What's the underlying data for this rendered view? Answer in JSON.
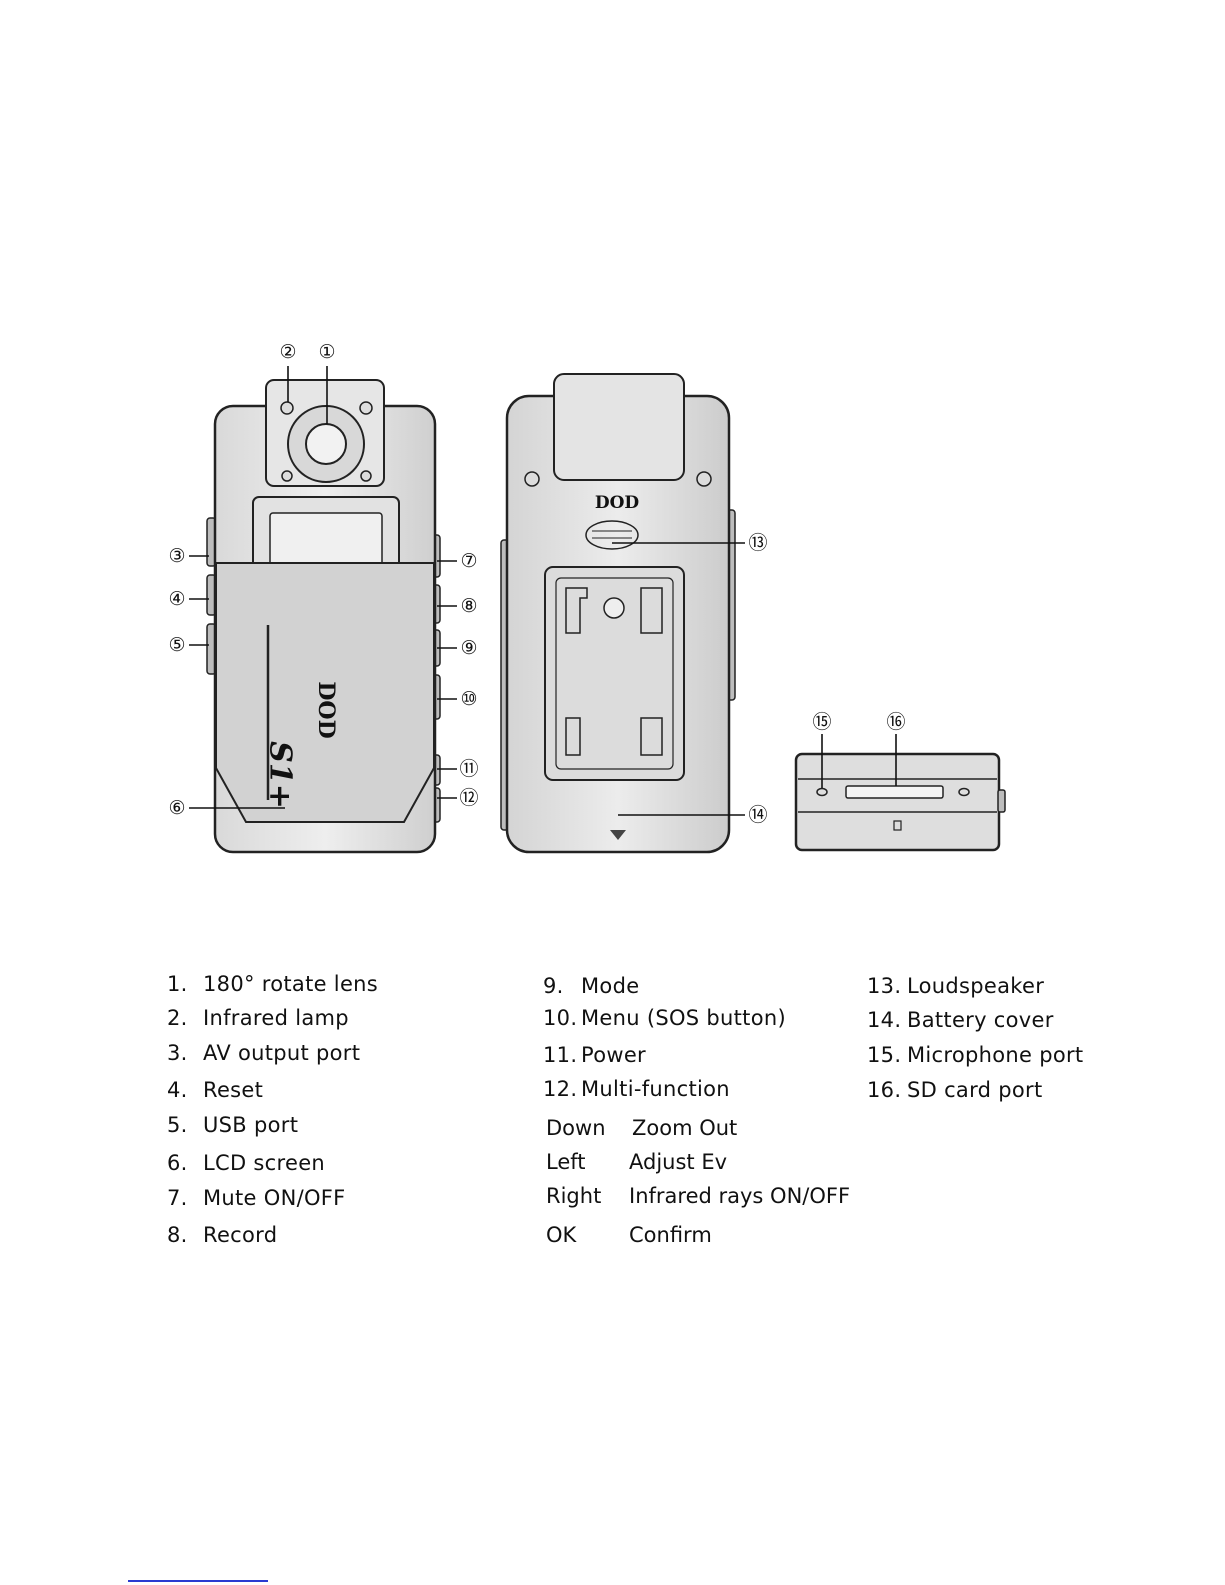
{
  "diagram": {
    "brand_text": "DOD",
    "model_text": "S1+",
    "callouts": [
      "①",
      "②",
      "③",
      "④",
      "⑤",
      "⑥",
      "⑦",
      "⑧",
      "⑨",
      "⑩",
      "⑪",
      "⑫",
      "⑬",
      "⑭",
      "⑮",
      "⑯"
    ]
  },
  "legend": {
    "col1": [
      {
        "num": "1.",
        "label": "180° rotate lens"
      },
      {
        "num": "2.",
        "label": "Infrared lamp"
      },
      {
        "num": "3.",
        "label": "AV output port"
      },
      {
        "num": "4.",
        "label": "Reset"
      },
      {
        "num": "5.",
        "label": "USB port"
      },
      {
        "num": "6.",
        "label": "LCD screen"
      },
      {
        "num": "7.",
        "label": "Mute ON/OFF"
      },
      {
        "num": "8.",
        "label": "Record"
      }
    ],
    "col2": [
      {
        "num": "9.",
        "label": "Mode"
      },
      {
        "num": "10.",
        "label": "Menu (SOS button)"
      },
      {
        "num": "11.",
        "label": "Power"
      },
      {
        "num": "12.",
        "label": "Multi-function"
      }
    ],
    "multifunction": [
      {
        "key": "Down",
        "value": "Zoom Out"
      },
      {
        "key": "Left",
        "value": "Adjust Ev"
      },
      {
        "key": "Right",
        "value": "Infrared rays ON/OFF"
      },
      {
        "key": "OK",
        "value": "Confirm"
      }
    ],
    "col3": [
      {
        "num": "13.",
        "label": "Loudspeaker"
      },
      {
        "num": "14.",
        "label": "Battery cover"
      },
      {
        "num": "15.",
        "label": "Microphone port"
      },
      {
        "num": "16.",
        "label": "SD card port"
      }
    ]
  }
}
